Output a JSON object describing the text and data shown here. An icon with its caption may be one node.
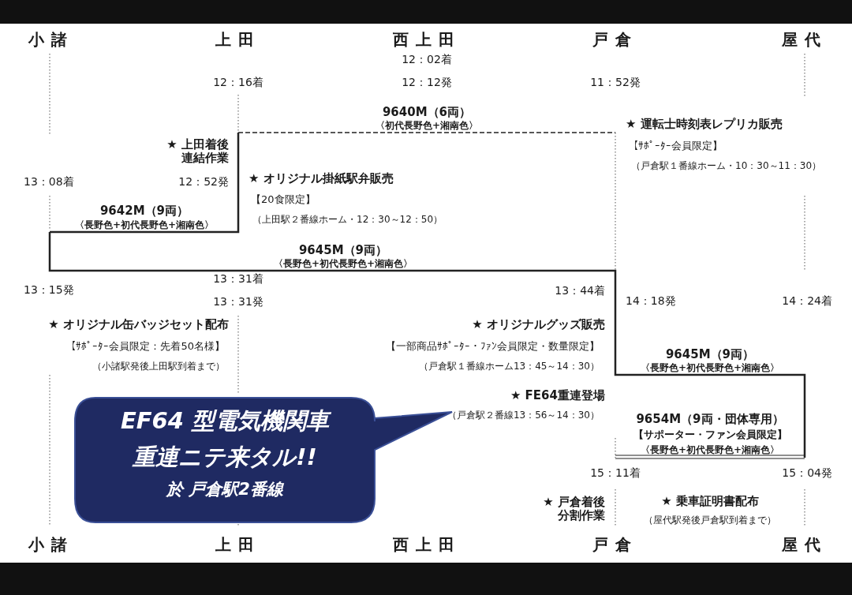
{
  "diagram": {
    "nodes": [
      {
        "text": [
          "EF64 型電気機関車",
          "重連ニテ来タル!!",
          "於 戸倉駅2番線"
        ]
      }
    ],
    "edges": [],
    "labels": [
      "小諸",
      "上田",
      "西上田",
      "戸倉",
      "屋代",
      "12：02着",
      "12：16着",
      "12：12発",
      "11：52発",
      "9640M（6両）",
      "〈初代長野色+湘南色〉",
      "★ 上田着後連結作業",
      "★ 運転士時刻表レプリカ販売",
      "【ｻﾎﾟｰﾀｰ会員限定】",
      "（戸倉駅１番線ホーム・10：30～11：30）",
      "13：08着",
      "12：52発",
      "★ オリジナル掛紙駅弁販売",
      "【20食限定】",
      "（上田駅２番線ホーム・12：30～12：50）",
      "9642M（9両）",
      "〈長野色+初代長野色+湘南色〉",
      "9645M（9両）",
      "〈長野色+初代長野色+湘南色〉",
      "13：15発",
      "13：31着",
      "13：44着",
      "13：31発",
      "14：18発",
      "14：24着",
      "★ オリジナル缶バッジセット配布",
      "★ オリジナルグッズ販売",
      "【ｻﾎﾟｰﾀｰ会員限定：先着50名様】",
      "【一部商品ｻﾎﾟｰﾀｰ・ﾌｧﾝ会員限定・数量限定】",
      "（小諸駅発後上田駅到着まで）",
      "（戸倉駅１番線ホーム13：45～14：30）",
      "9645M（9両）",
      "〈長野色+初代長野色+湘南色〉",
      "★ FE64重連登場",
      "（戸倉駅２番線13：56～14：30）",
      "9654M（9両・団体専用）",
      "【サポーター・ファン会員限定】",
      "〈長野色+初代長野色+湘南色〉",
      "15：11着",
      "15：04発",
      "★ 戸倉着後分割作業",
      "★ 乗車証明書配布",
      "（屋代駅発後戸倉駅到着まで）",
      "小諸",
      "上田",
      "西上田",
      "戸倉",
      "屋代"
    ]
  }
}
